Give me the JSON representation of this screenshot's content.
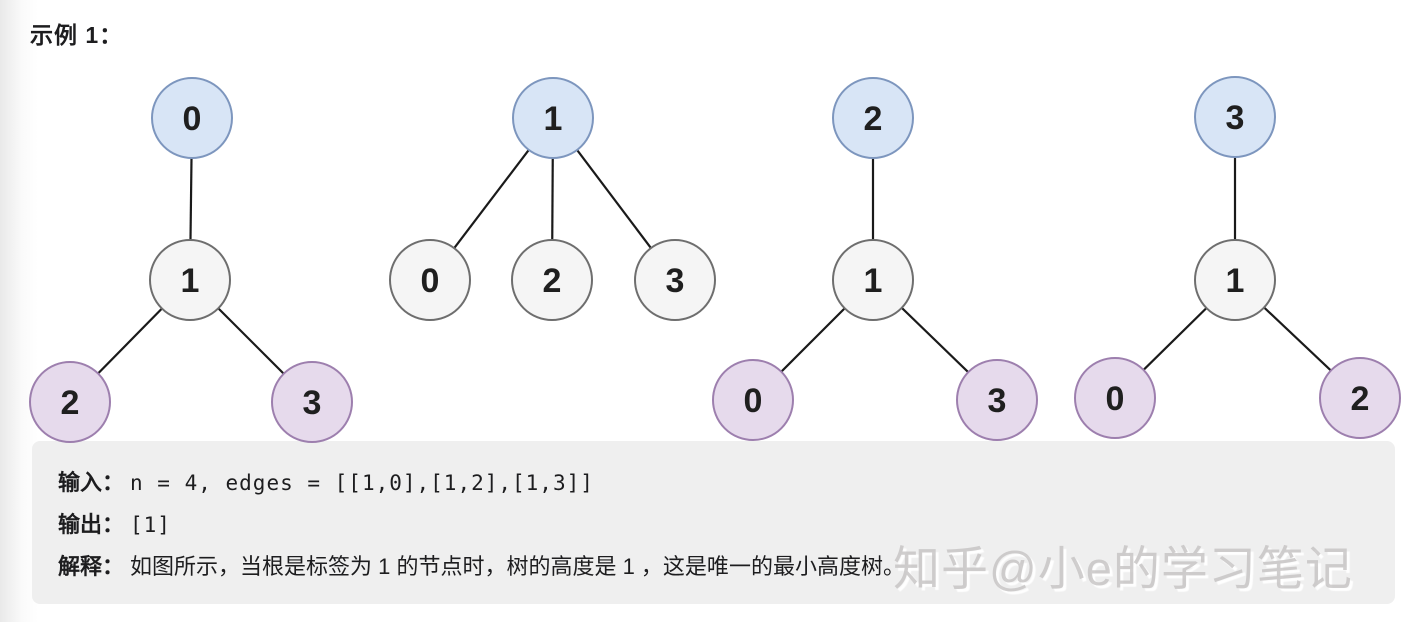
{
  "page": {
    "title": "示例 1："
  },
  "diagram": {
    "description": "Four rootings of the same undirected tree (minimum height trees example)",
    "trees": [
      {
        "root": "0",
        "nodes": [
          {
            "label": "0",
            "role": "root"
          },
          {
            "label": "1",
            "role": "mid"
          },
          {
            "label": "2",
            "role": "leaf"
          },
          {
            "label": "3",
            "role": "leaf"
          }
        ],
        "edges": [
          [
            "0",
            "1"
          ],
          [
            "1",
            "2"
          ],
          [
            "1",
            "3"
          ]
        ]
      },
      {
        "root": "1",
        "nodes": [
          {
            "label": "1",
            "role": "root"
          },
          {
            "label": "0",
            "role": "mid"
          },
          {
            "label": "2",
            "role": "mid"
          },
          {
            "label": "3",
            "role": "mid"
          }
        ],
        "edges": [
          [
            "1",
            "0"
          ],
          [
            "1",
            "2"
          ],
          [
            "1",
            "3"
          ]
        ]
      },
      {
        "root": "2",
        "nodes": [
          {
            "label": "2",
            "role": "root"
          },
          {
            "label": "1",
            "role": "mid"
          },
          {
            "label": "0",
            "role": "leaf"
          },
          {
            "label": "3",
            "role": "leaf"
          }
        ],
        "edges": [
          [
            "2",
            "1"
          ],
          [
            "1",
            "0"
          ],
          [
            "1",
            "3"
          ]
        ]
      },
      {
        "root": "3",
        "nodes": [
          {
            "label": "3",
            "role": "root"
          },
          {
            "label": "1",
            "role": "mid"
          },
          {
            "label": "0",
            "role": "leaf"
          },
          {
            "label": "2",
            "role": "leaf"
          }
        ],
        "edges": [
          [
            "3",
            "1"
          ],
          [
            "1",
            "0"
          ],
          [
            "1",
            "2"
          ]
        ]
      }
    ]
  },
  "example_box": {
    "input_label": "输入：",
    "input_value": "n = 4, edges = [[1,0],[1,2],[1,3]]",
    "output_label": "输出：",
    "output_value": "[1]",
    "explanation_label": "解释：",
    "explanation_text": "如图所示，当根是标签为 1 的节点时，树的高度是 1 ，这是唯一的最小高度树。"
  },
  "watermark": {
    "text": "知乎@小e的学习笔记"
  },
  "colors": {
    "root_fill": "#d8e5f6",
    "root_stroke": "#7d96be",
    "mid_fill": "#f5f5f5",
    "mid_stroke": "#6e6e6e",
    "leaf_fill": "#e6daec",
    "leaf_stroke": "#9d7fae",
    "edge": "#1a1a1a",
    "box_bg": "#efefef",
    "text": "#1d1d1f"
  }
}
